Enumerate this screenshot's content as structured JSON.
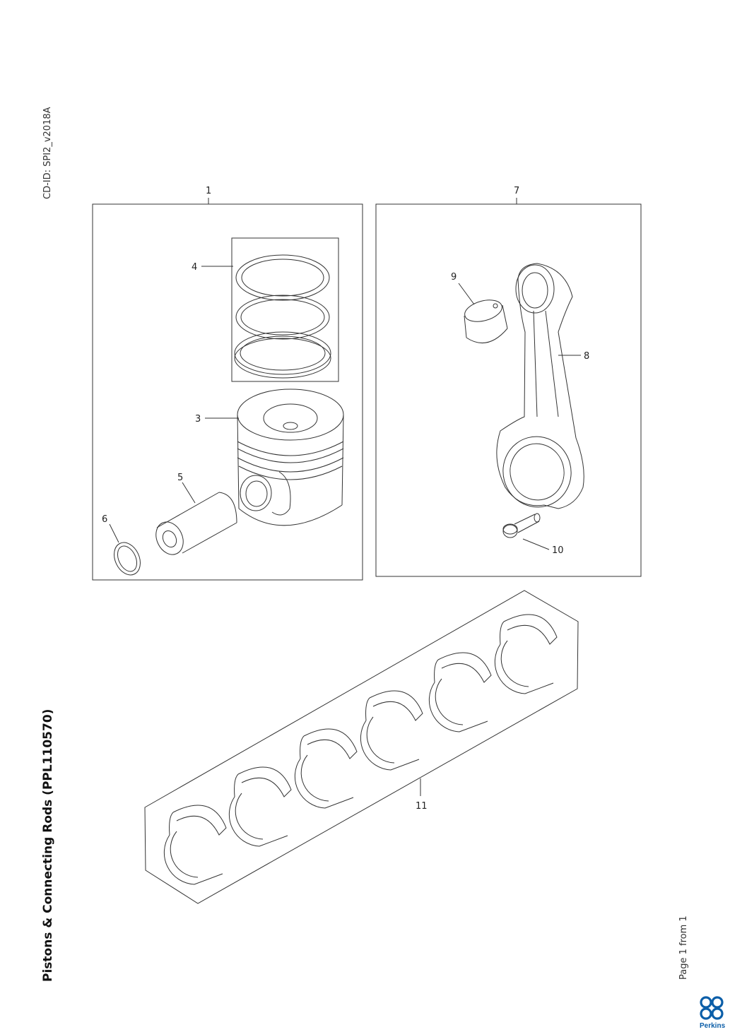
{
  "header": {
    "cd_id": "CD-ID: SPI2_v2018A",
    "title": "Pistons & Connecting Rods (PPL110570)",
    "page_info": "Page 1 from 1"
  },
  "callouts": {
    "c1": "1",
    "c2": "7",
    "c3": "3",
    "c4": "4",
    "c5": "5",
    "c6": "6",
    "c8": "8",
    "c9": "9",
    "c10": "10",
    "c11": "11"
  },
  "logo": {
    "text": "Perkins",
    "color": "#0b5ea8"
  }
}
